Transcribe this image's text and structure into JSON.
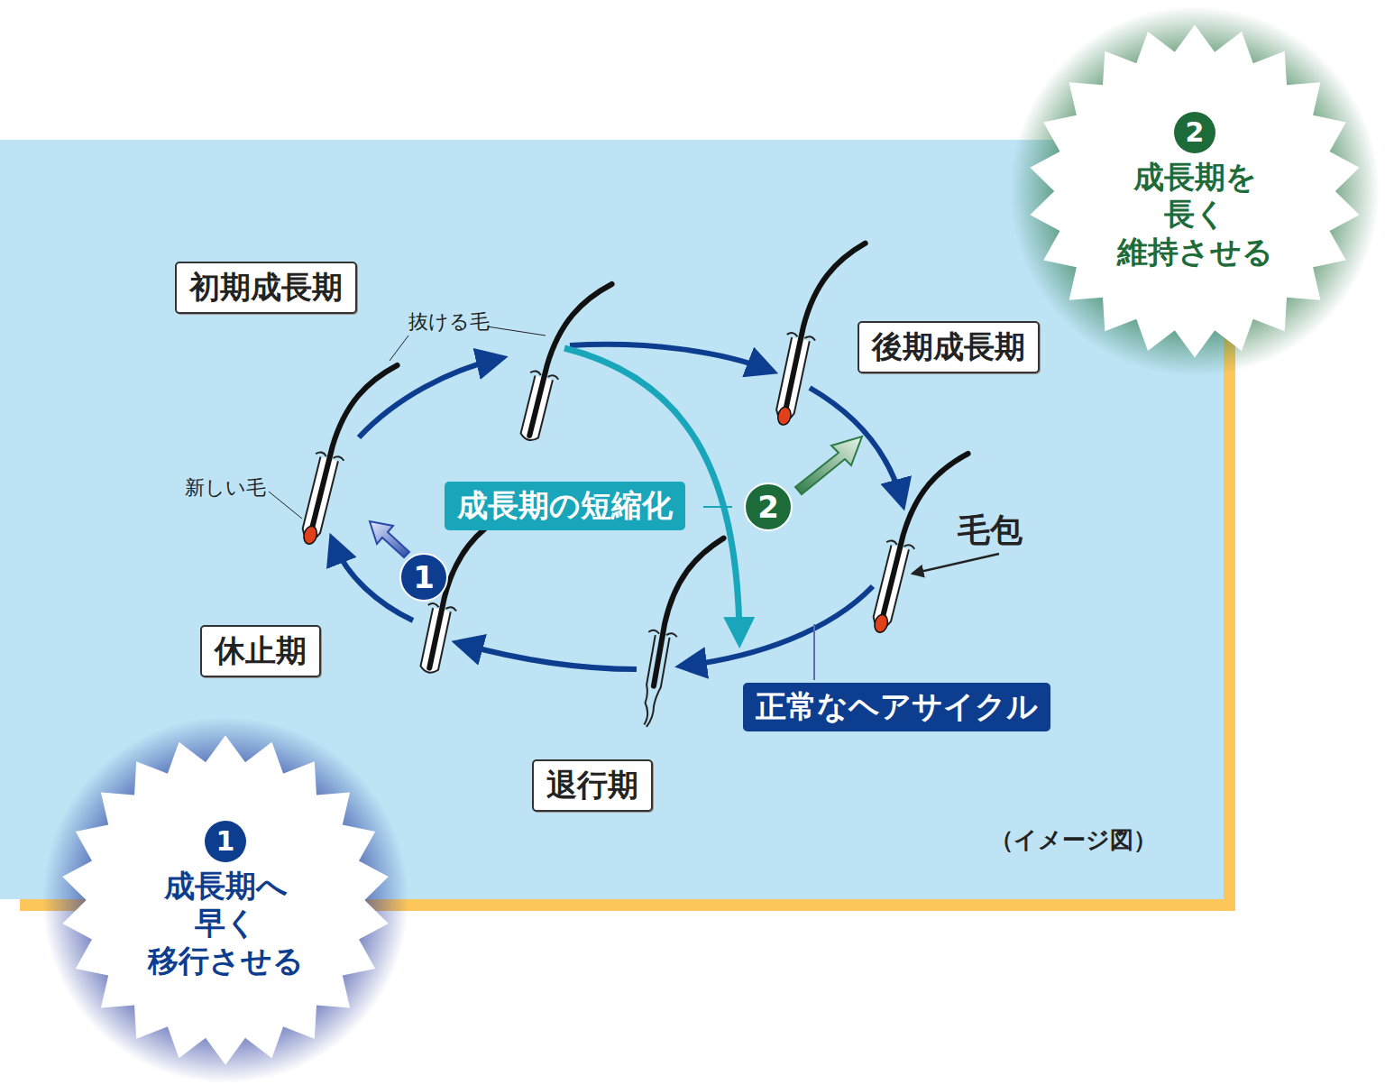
{
  "diagram": {
    "nodes": [
      {
        "text": [
          "2",
          "成長期を 長く 維持させる"
        ]
      },
      {
        "text": [
          "初期成長期"
        ]
      },
      {
        "text": [
          "後期成長期"
        ]
      },
      {
        "text": [
          "成長期の短縮化"
        ]
      },
      {
        "text": [
          "2"
        ]
      },
      {
        "text": [
          "1"
        ]
      },
      {
        "text": [
          "休止期"
        ]
      },
      {
        "text": [
          "正常なヘアサイクル"
        ]
      },
      {
        "text": [
          "退行期"
        ]
      },
      {
        "text": [
          "1",
          "成長期へ 早く 移行させる"
        ]
      }
    ],
    "labels": [
      "抜ける毛",
      "新しい毛",
      "毛包",
      "（イメージ図）"
    ]
  }
}
